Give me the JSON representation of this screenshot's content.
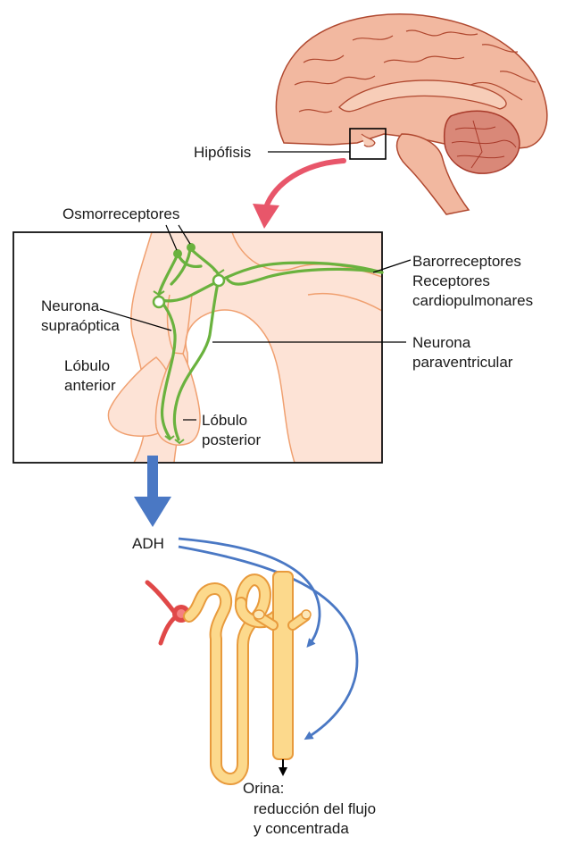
{
  "labels": {
    "hipofisis": "Hipófisis",
    "osmorreceptores": "Osmorreceptores",
    "barorreceptores": "Barorreceptores",
    "receptores": "Receptores",
    "cardiopulmonares": "cardiopulmonares",
    "neurona_supraoptica_1": "Neurona",
    "neurona_supraoptica_2": "supraóptica",
    "lobulo_anterior_1": "Lóbulo",
    "lobulo_anterior_2": "anterior",
    "neurona_paraventricular_1": "Neurona",
    "neurona_paraventricular_2": "paraventricular",
    "lobulo_posterior_1": "Lóbulo",
    "lobulo_posterior_2": "posterior",
    "adh": "ADH",
    "orina_1": "Orina:",
    "orina_2": "reducción del flujo",
    "orina_3": "y concentrada"
  },
  "colors": {
    "brain_fill": "#f2b8a0",
    "brain_stroke": "#b0482f",
    "tissue_fill": "#fde3d6",
    "tissue_stroke": "#f0a070",
    "neuron": "#6ab23e",
    "pink_arrow": "#e8566a",
    "blue_arrow": "#4a78c4",
    "kidney_fill": "#fcd98c",
    "kidney_stroke": "#e89a3c",
    "vessel": "#e04848"
  }
}
